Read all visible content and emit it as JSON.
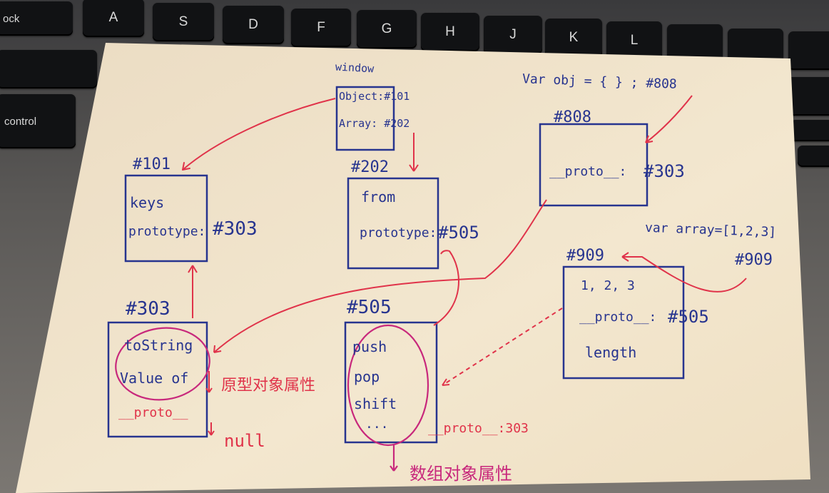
{
  "keyboard": {
    "keys": [
      "ock",
      "A",
      "S",
      "D",
      "F",
      "G",
      "H",
      "J",
      "K",
      "L",
      "control"
    ]
  },
  "colors": {
    "ink": "#27348f",
    "red": "#e0334a",
    "magenta": "#c8287c",
    "paper": "#efe2c8"
  },
  "top": {
    "window_label": "window",
    "window_rows": [
      "Object:#101",
      "Array: #202"
    ],
    "obj_decl": "Var obj = { } ; #808"
  },
  "boxes": {
    "b101": {
      "id": "#101",
      "rows": [
        "keys",
        "prototype:"
      ],
      "side": "#303"
    },
    "b202": {
      "id": "#202",
      "rows": [
        "from",
        "prototype:"
      ],
      "side": "#505"
    },
    "b808": {
      "id": "#808",
      "rows": [
        "__proto__:"
      ],
      "side": "#303"
    },
    "b303": {
      "id": "#303",
      "rows": [
        "toString",
        "Value of",
        "__proto__"
      ]
    },
    "b505": {
      "id": "#505",
      "rows": [
        "push",
        "pop",
        "shift",
        "..."
      ]
    },
    "b909": {
      "id": "#909",
      "rows": [
        "1, 2, 3",
        "__proto__:",
        "length"
      ],
      "side": "#505"
    }
  },
  "annotations": {
    "array_decl": "var array=[1,2,3]",
    "array_addr": "#909",
    "proto_attr": "原型对象属性",
    "null_label": "null",
    "proto303": "__proto__:303",
    "array_attr": "数组对象属性"
  }
}
